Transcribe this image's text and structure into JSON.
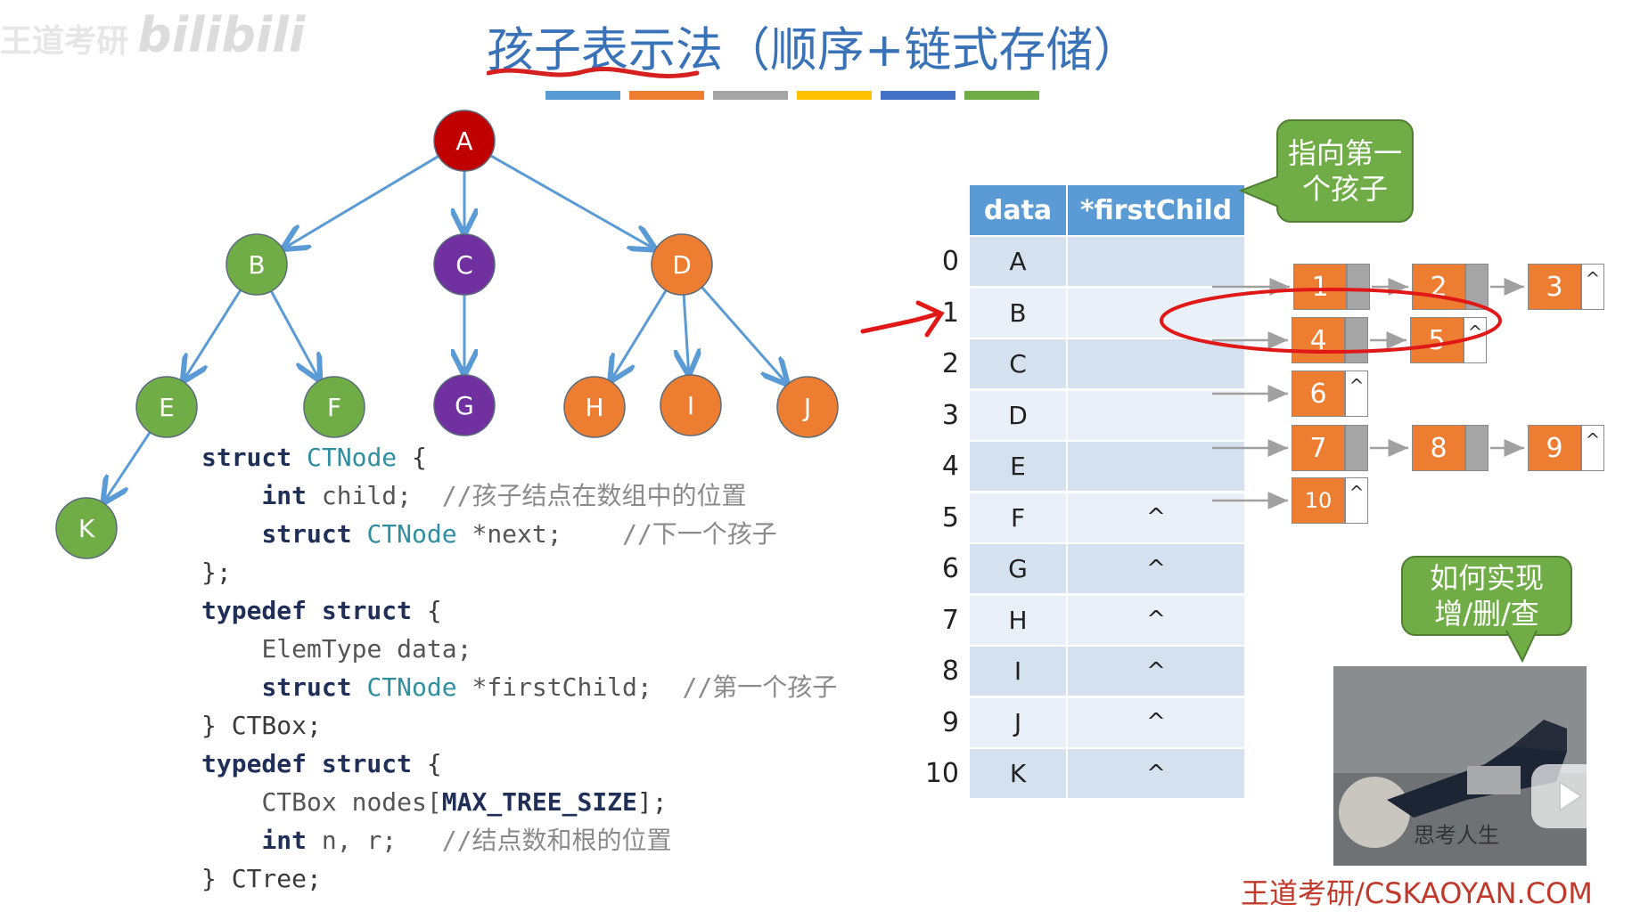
{
  "watermark": {
    "text": "王道考研",
    "logo": "bilibili"
  },
  "title": {
    "text": "孩子表示法（顺序+链式存储）"
  },
  "colorbar": [
    "#5b9bd5",
    "#ed7d31",
    "#a5a5a5",
    "#ffc000",
    "#4472c4",
    "#70ad47"
  ],
  "tree": {
    "nodes": [
      {
        "id": "A",
        "color": "#c00000"
      },
      {
        "id": "B",
        "color": "#70ad47"
      },
      {
        "id": "C",
        "color": "#7030a0"
      },
      {
        "id": "D",
        "color": "#ed7d31"
      },
      {
        "id": "E",
        "color": "#70ad47"
      },
      {
        "id": "F",
        "color": "#70ad47"
      },
      {
        "id": "G",
        "color": "#7030a0"
      },
      {
        "id": "H",
        "color": "#ed7d31"
      },
      {
        "id": "I",
        "color": "#ed7d31"
      },
      {
        "id": "J",
        "color": "#ed7d31"
      },
      {
        "id": "K",
        "color": "#70ad47"
      }
    ],
    "edges": [
      [
        "A",
        "B"
      ],
      [
        "A",
        "C"
      ],
      [
        "A",
        "D"
      ],
      [
        "B",
        "E"
      ],
      [
        "B",
        "F"
      ],
      [
        "C",
        "G"
      ],
      [
        "D",
        "H"
      ],
      [
        "D",
        "I"
      ],
      [
        "D",
        "J"
      ],
      [
        "E",
        "K"
      ]
    ]
  },
  "code": {
    "l1_kw": "struct",
    "l1_ty": "CTNode",
    "l1_rest": " {",
    "l2_kw": "int",
    "l2_id": " child;",
    "l2_cm": "//孩子结点在数组中的位置",
    "l3_kw": "struct",
    "l3_ty": "CTNode",
    "l3_id": " *next;",
    "l3_cm": "//下一个孩子",
    "l4": "};",
    "l5_kw": "typedef struct",
    "l5_rest": " {",
    "l6_ty": "ElemType",
    "l6_id": " data;",
    "l7_kw": "struct",
    "l7_ty": "CTNode",
    "l7_id": " *firstChild;",
    "l7_cm": "//第一个孩子",
    "l8": "} CTBox;",
    "l9_kw": "typedef struct",
    "l9_rest": " {",
    "l10_ty": "CTBox",
    "l10_id": " nodes[",
    "l10_bo": "MAX_TREE_SIZE",
    "l10_end": "];",
    "l11_kw": "int",
    "l11_id": " n, r;",
    "l11_cm": "//结点数和根的位置",
    "l12": "} CTree;"
  },
  "table": {
    "headers": [
      "data",
      "*firstChild"
    ],
    "rows": [
      {
        "idx": "0",
        "data": "A",
        "ptr": ""
      },
      {
        "idx": "1",
        "data": "B",
        "ptr": ""
      },
      {
        "idx": "2",
        "data": "C",
        "ptr": ""
      },
      {
        "idx": "3",
        "data": "D",
        "ptr": ""
      },
      {
        "idx": "4",
        "data": "E",
        "ptr": ""
      },
      {
        "idx": "5",
        "data": "F",
        "ptr": "^"
      },
      {
        "idx": "6",
        "data": "G",
        "ptr": "^"
      },
      {
        "idx": "7",
        "data": "H",
        "ptr": "^"
      },
      {
        "idx": "8",
        "data": "I",
        "ptr": "^"
      },
      {
        "idx": "9",
        "data": "J",
        "ptr": "^"
      },
      {
        "idx": "10",
        "data": "K",
        "ptr": "^"
      }
    ]
  },
  "linked": {
    "null_symbol": "^",
    "lists": [
      [
        {
          "v": "1"
        },
        {
          "v": "2"
        },
        {
          "v": "3"
        }
      ],
      [
        {
          "v": "4"
        },
        {
          "v": "5"
        }
      ],
      [
        {
          "v": "6"
        }
      ],
      [
        {
          "v": "7"
        },
        {
          "v": "8"
        },
        {
          "v": "9"
        }
      ],
      [
        {
          "v": "10"
        }
      ]
    ]
  },
  "callouts": {
    "first_child": "指向第一\n个孩子",
    "ops": "如何实现\n增/删/查"
  },
  "photo": {
    "caption": "思考人生"
  },
  "footer": {
    "text": "王道考研/CSKAOYAN.COM"
  }
}
